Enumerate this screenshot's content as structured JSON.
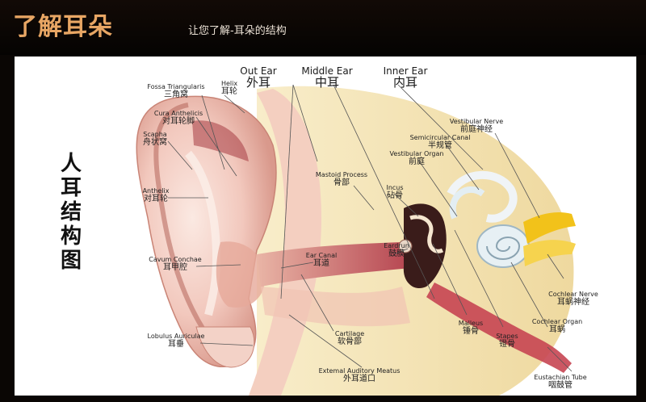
{
  "header": {
    "title": "了解耳朵",
    "subtitle": "让您了解-耳朵的结构"
  },
  "side_title": "人耳结构图",
  "sections": [
    {
      "key": "out_ear",
      "en": "Out Ear",
      "zh": "外耳"
    },
    {
      "key": "middle_ear",
      "en": "Middle Ear",
      "zh": "中耳"
    },
    {
      "key": "inner_ear",
      "en": "Inner Ear",
      "zh": "内耳"
    }
  ],
  "labels": [
    {
      "key": "fossa_triangularis",
      "en": "Fossa Triangularis",
      "zh": "三角窝"
    },
    {
      "key": "helix",
      "en": "Helix",
      "zh": "耳轮"
    },
    {
      "key": "cura_anthelicis",
      "en": "Cura Anthelicis",
      "zh": "对耳轮脚"
    },
    {
      "key": "scapha",
      "en": "Scapha",
      "zh": "舟状窝"
    },
    {
      "key": "anthelix",
      "en": "Anthelix",
      "zh": "对耳轮"
    },
    {
      "key": "cavum_conchae",
      "en": "Cavum Conchae",
      "zh": "耳甲腔"
    },
    {
      "key": "lobulus_auriculae",
      "en": "Lobulus Auriculae",
      "zh": "耳垂"
    },
    {
      "key": "mastoid_process",
      "en": "Mastoid Process",
      "zh": "骨部"
    },
    {
      "key": "ear_canal",
      "en": "Ear Canal",
      "zh": "耳道"
    },
    {
      "key": "cartilage",
      "en": "Cartilage",
      "zh": "软骨部"
    },
    {
      "key": "external_auditory_meatus",
      "en": "Extemal Auditory Meatus",
      "zh": "外耳道口"
    },
    {
      "key": "incus",
      "en": "Incus",
      "zh": "砧骨"
    },
    {
      "key": "eardrum",
      "en": "Eardrun",
      "zh": "鼓膜"
    },
    {
      "key": "malleus",
      "en": "Malleus",
      "zh": "锤骨"
    },
    {
      "key": "stapes",
      "en": "Stapes",
      "zh": "镫骨"
    },
    {
      "key": "semicircular_canal",
      "en": "Semicircular Canal",
      "zh": "半规管"
    },
    {
      "key": "vestibular_organ",
      "en": "Vestibular Organ",
      "zh": "前庭"
    },
    {
      "key": "vestibular_nerve",
      "en": "Vestibular Nerve",
      "zh": "前庭神经"
    },
    {
      "key": "cochlear_nerve",
      "en": "Cochlear Nerve",
      "zh": "耳蜗神经"
    },
    {
      "key": "cochlear_organ",
      "en": "Cochlear Organ",
      "zh": "耳蜗"
    },
    {
      "key": "eustachian_tube",
      "en": "Eustachian Tube",
      "zh": "咽鼓管"
    }
  ]
}
